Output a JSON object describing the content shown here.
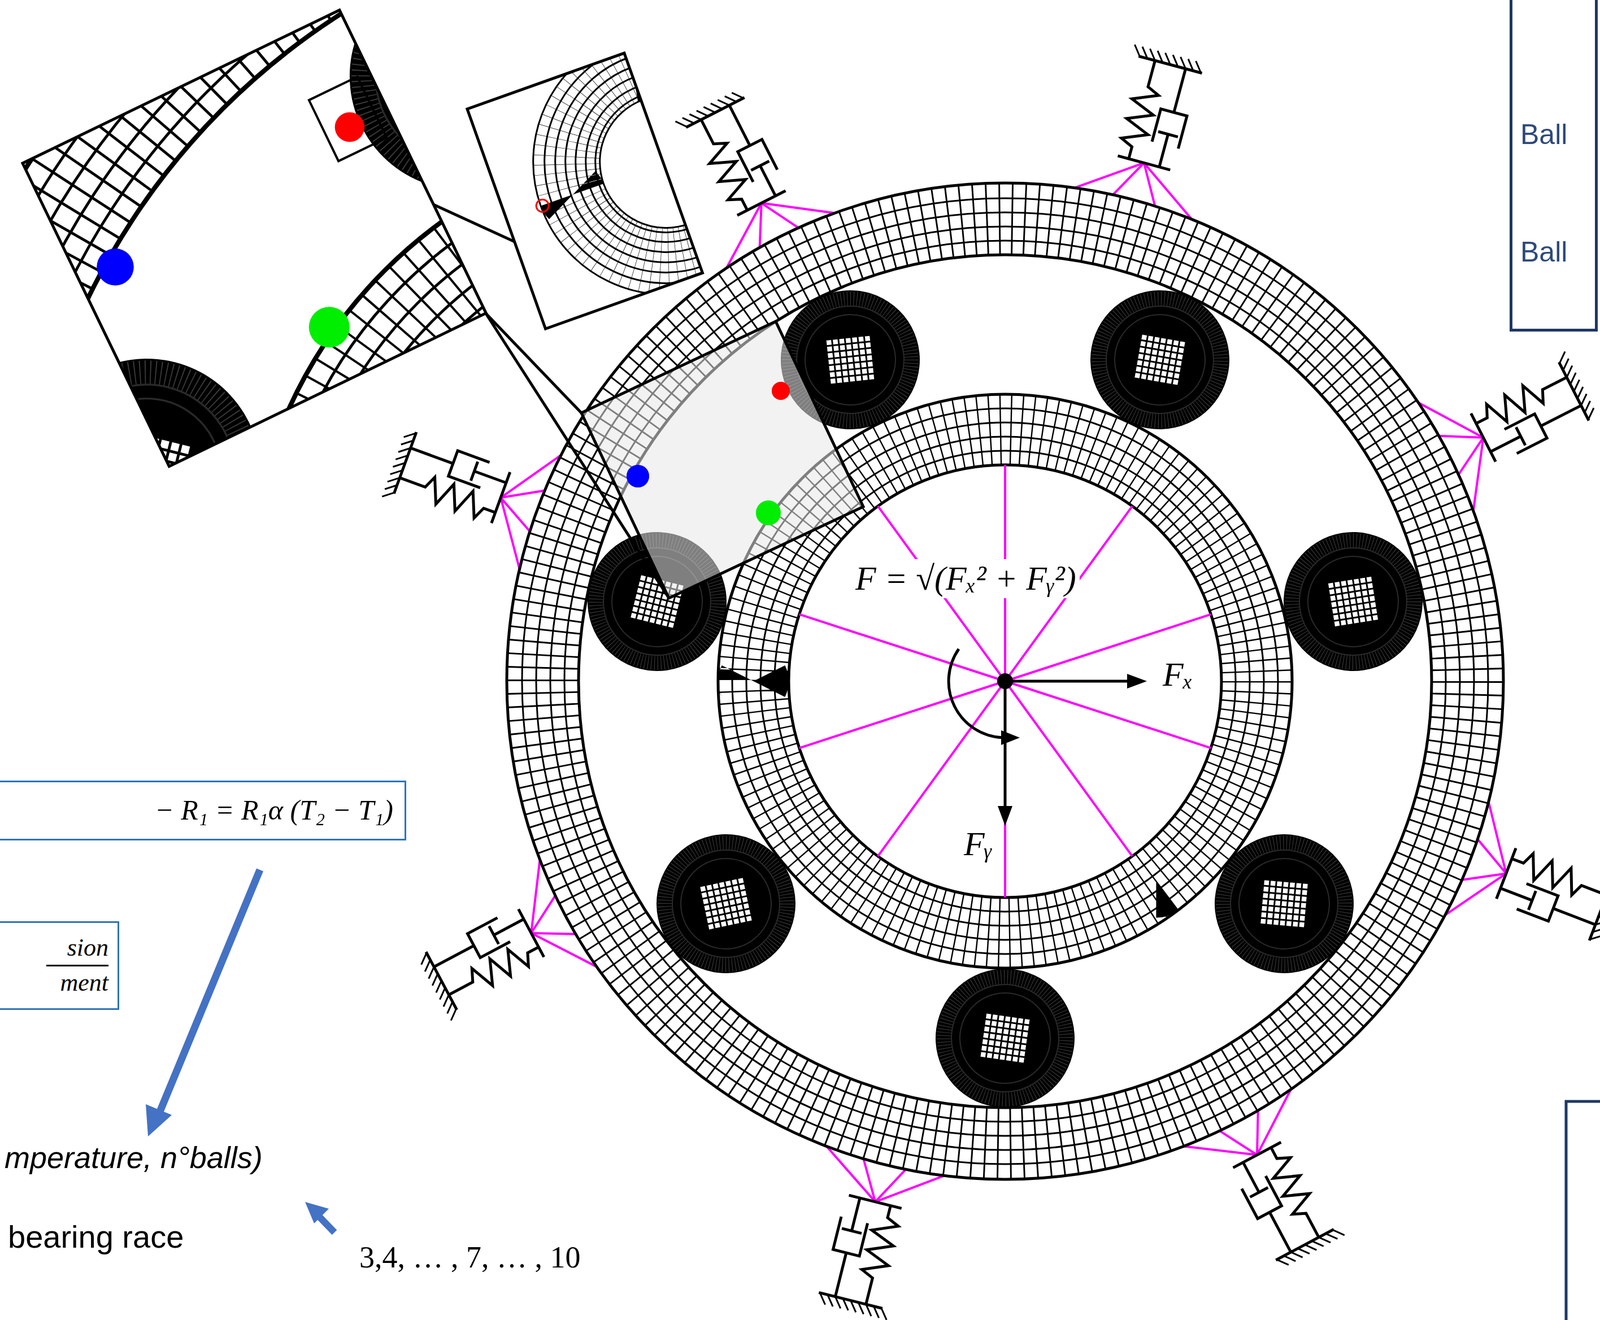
{
  "diagram": {
    "nodes": [
      {
        "text": [
          "− R₁ = R₁α (T₂ − T₁)"
        ]
      },
      {
        "text": [
          "sion",
          "ment"
        ]
      },
      {
        "text": [
          "Ball",
          "Ball"
        ]
      }
    ],
    "labels": [
      "F = √(Fₓ² + Fᵧ²)",
      "Fₓ",
      "Fᵧ",
      "mperature, n°balls)",
      "bearing race",
      "3,4, … , 7, … , 10"
    ]
  }
}
